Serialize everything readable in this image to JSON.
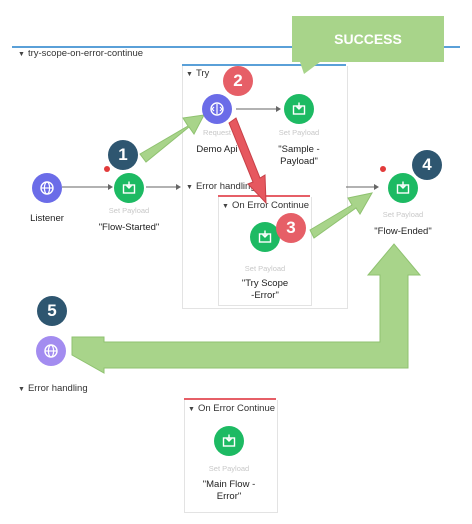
{
  "flow": {
    "name": "try-scope-on-error-continue"
  },
  "callout": {
    "text": "SUCCESS"
  },
  "scopes": {
    "try": "Try",
    "error_handling_inner": "Error handling",
    "on_error_continue_inner": "On Error Continue",
    "error_handling_outer": "Error handling",
    "on_error_continue_outer": "On Error Continue"
  },
  "nodes": {
    "listener": {
      "caption": "Listener"
    },
    "set_payload_start": {
      "type": "Set Payload",
      "caption": "\"Flow-Started\""
    },
    "demo_api": {
      "type": "Request",
      "caption": "Demo Api"
    },
    "set_payload_sample": {
      "type": "Set Payload",
      "caption": "\"Sample -\nPayload\""
    },
    "set_payload_try_error": {
      "type": "Set Payload",
      "caption": "\"Try Scope\n-Error\""
    },
    "set_payload_end": {
      "type": "Set Payload",
      "caption": "\"Flow-Ended\""
    },
    "set_payload_main_error": {
      "type": "Set Payload",
      "caption": "\"Main Flow -\nError\""
    }
  },
  "steps": [
    "1",
    "2",
    "3",
    "4",
    "5"
  ],
  "colors": {
    "accent_blue": "#5aa0d8",
    "node_green": "#1dba63",
    "node_purple": "#6b6ce8",
    "arrow_green": "#a8d48a",
    "step_dark": "#2e5670",
    "step_red": "#e65f67"
  }
}
